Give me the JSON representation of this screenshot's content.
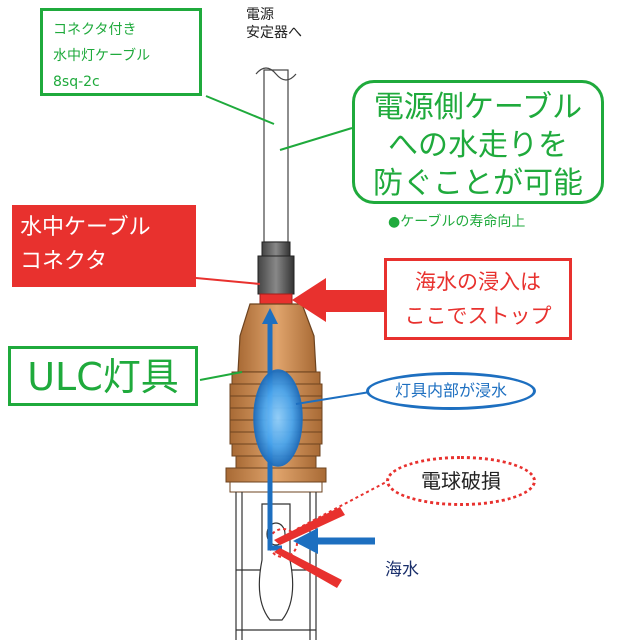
{
  "labels": {
    "cable_with_connector": [
      "コネクタ付き",
      "水中灯ケーブル",
      "8sq-2c"
    ],
    "to_stabilizer": [
      "電源",
      "安定器へ"
    ],
    "prevent_water": [
      "電源側ケーブル",
      "への水走りを",
      "防ぐことが可能"
    ],
    "cable_life": "●ケーブルの寿命向上",
    "underwater_connector": [
      "水中ケーブル",
      "コネクタ"
    ],
    "seawater_stop": [
      "海水の浸入は",
      "ここでストップ"
    ],
    "ulc_fixture": "ULC灯具",
    "fixture_flooded": "灯具内部が浸水",
    "bulb_broken": "電球破損",
    "seawater": "海水"
  },
  "colors": {
    "green": "#1faa3c",
    "red": "#e8312e",
    "blue": "#1d6fc0",
    "fixture_brown": "#c98a52"
  }
}
